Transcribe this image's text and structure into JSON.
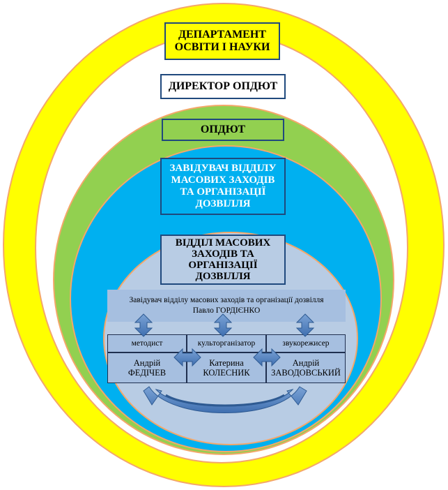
{
  "levels": {
    "department": [
      "ДЕПАРТАМЕНТ",
      "ОСВІТИ І НАУКИ"
    ],
    "director": "ДИРЕКТОР ОПДЮТ",
    "odyut": "ОПДЮТ",
    "head_of_department": [
      "ЗАВІДУВАЧ ВІДДІЛУ",
      "МАСОВИХ ЗАХОДІВ",
      "ТА ОРГАНІЗАЦІЇ",
      "ДОЗВІЛЛЯ"
    ],
    "department_unit": [
      "ВІДДІЛ МАСОВИХ",
      "ЗАХОДІВ ТА",
      "ОРГАНІЗАЦІЇ",
      "ДОЗВІЛЛЯ"
    ]
  },
  "head": {
    "title": "Завідувач відділу масових заходів та організації дозвілля",
    "name": "Павло ГОРДІЄНКО"
  },
  "staff": [
    {
      "role": "методист",
      "first_name": "Андрій",
      "last_name": "ФЕДІЧЕВ"
    },
    {
      "role": "культорганізатор",
      "first_name": "Катерина",
      "last_name": "КОЛЕСНИК"
    },
    {
      "role": "звукорежисер",
      "first_name": "Андрій",
      "last_name": "ЗАВОДОВСЬКИЙ"
    }
  ],
  "colors": {
    "outer_ring": "#ffff00",
    "green_ring": "#92d050",
    "blue_ring": "#00b0f0",
    "light_ring": "#b8cce4",
    "arrow": "#4f81bd",
    "box_border": "#1f497d"
  }
}
